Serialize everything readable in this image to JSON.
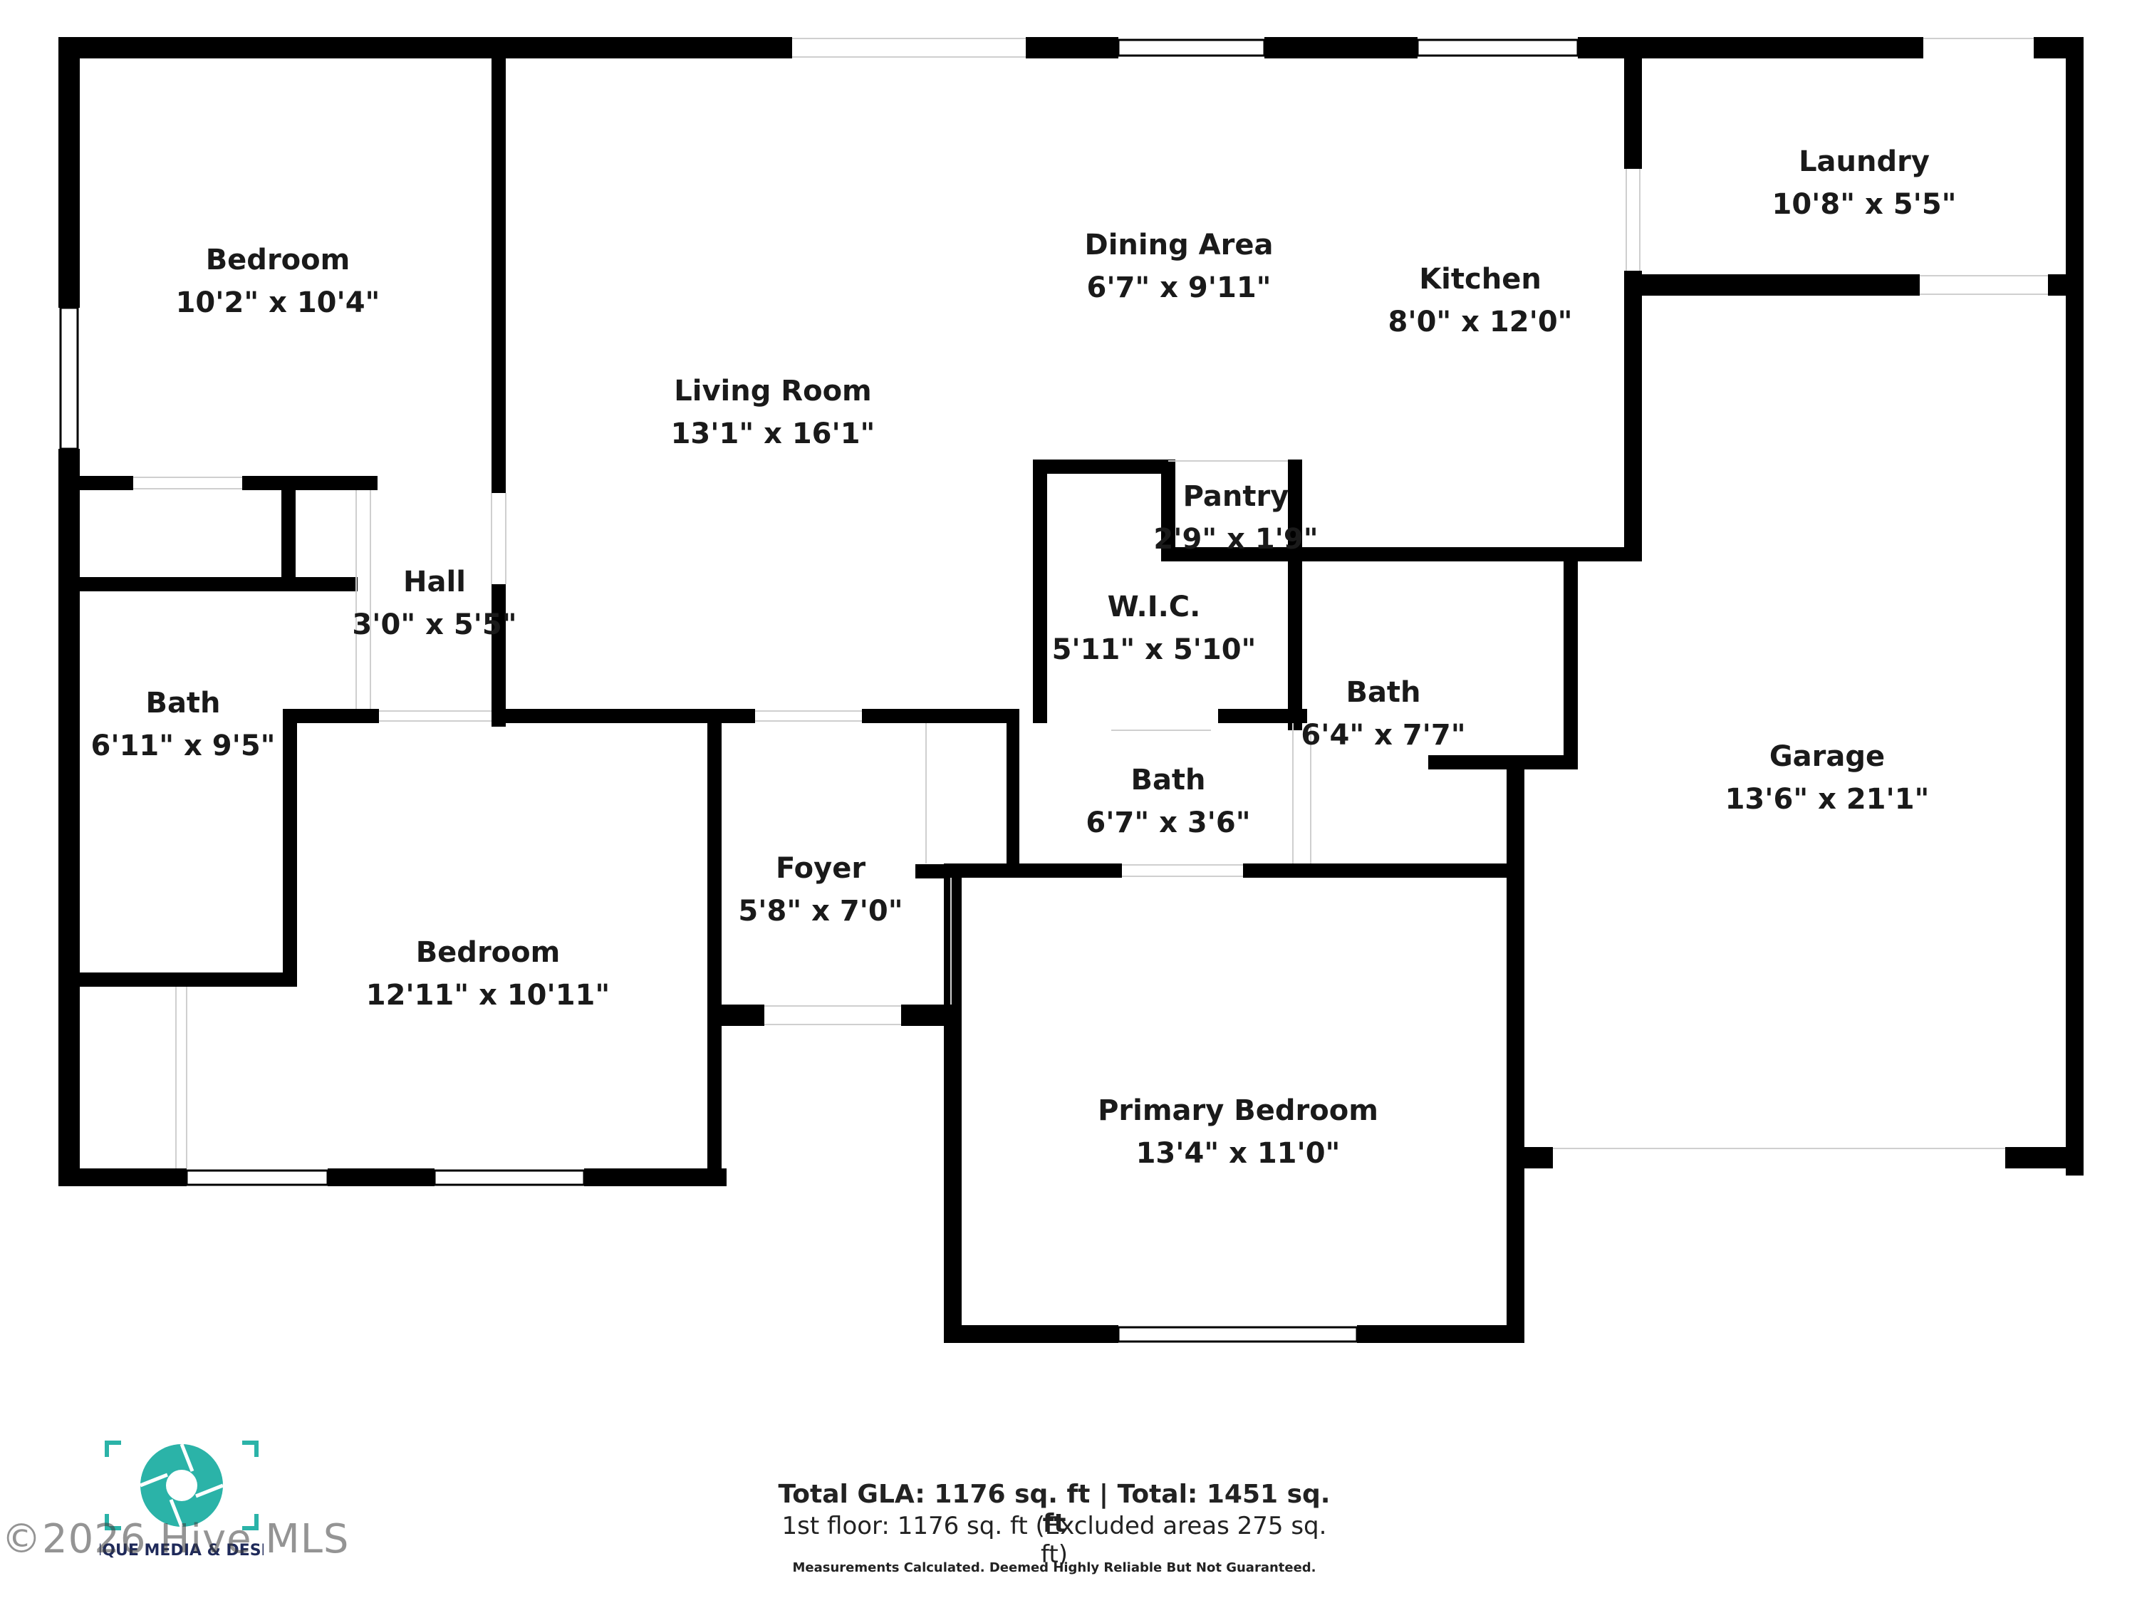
{
  "rooms": [
    {
      "name": "Bedroom",
      "dims": "10'2\" x 10'4\""
    },
    {
      "name": "Living Room",
      "dims": "13'1\" x 16'1\""
    },
    {
      "name": "Dining Area",
      "dims": "6'7\" x 9'11\""
    },
    {
      "name": "Kitchen",
      "dims": "8'0\" x 12'0\""
    },
    {
      "name": "Laundry",
      "dims": "10'8\" x 5'5\""
    },
    {
      "name": "Hall",
      "dims": "3'0\" x 5'5\""
    },
    {
      "name": "Bath",
      "dims": "6'11\" x 9'5\""
    },
    {
      "name": "Pantry",
      "dims": "2'9\" x 1'9\""
    },
    {
      "name": "W.I.C.",
      "dims": "5'11\" x 5'10\""
    },
    {
      "name": "Bath",
      "dims": "6'4\" x 7'7\""
    },
    {
      "name": "Bath",
      "dims": "6'7\" x 3'6\""
    },
    {
      "name": "Foyer",
      "dims": "5'8\" x 7'0\""
    },
    {
      "name": "Bedroom",
      "dims": "12'11\" x 10'11\""
    },
    {
      "name": "Garage",
      "dims": "13'6\" x 21'1\""
    },
    {
      "name": "Primary Bedroom",
      "dims": "13'4\" x 11'0\""
    }
  ],
  "summary": {
    "line1": "Total GLA: 1176 sq. ft | Total: 1451 sq. ft",
    "line2": "1st floor: 1176 sq. ft (Excluded areas 275 sq. ft)",
    "disclaimer": "Measurements Calculated. Deemed Highly Reliable But Not Guaranteed."
  },
  "branding": {
    "logo_text": "UNIQUE MEDIA & DESIGN",
    "copyright": "©2026 Hive MLS",
    "logo_color": "#2bb3a8",
    "logo_text_color": "#1f2a5a"
  },
  "colors": {
    "wall": "#000000",
    "background": "#ffffff"
  }
}
